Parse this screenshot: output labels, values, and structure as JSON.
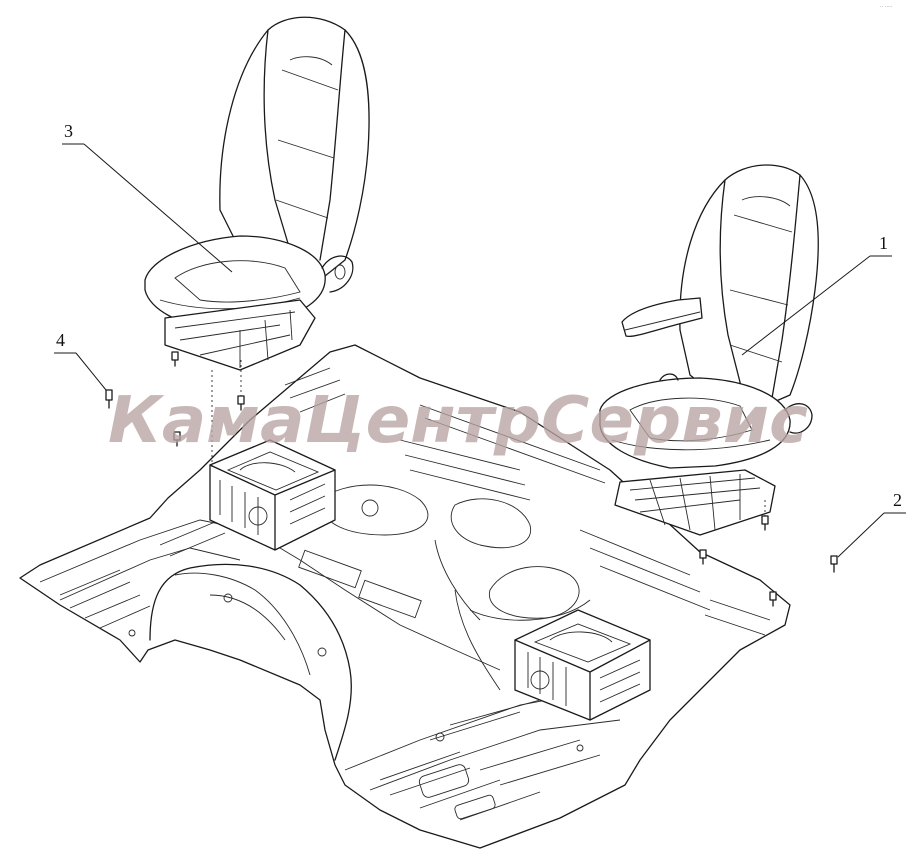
{
  "diagram": {
    "callouts": [
      {
        "id": "1",
        "label": "1",
        "part": "driver-seat"
      },
      {
        "id": "2",
        "label": "2",
        "part": "fastener-bolt"
      },
      {
        "id": "3",
        "label": "3",
        "part": "passenger-seat"
      },
      {
        "id": "4",
        "label": "4",
        "part": "fastener-bolt"
      }
    ],
    "watermark": "КамаЦентрСервис",
    "corner_mark": "·· ·····",
    "colors": {
      "line": "#1a1a1a",
      "watermark": "#b9a3a3",
      "background": "#ffffff"
    }
  }
}
